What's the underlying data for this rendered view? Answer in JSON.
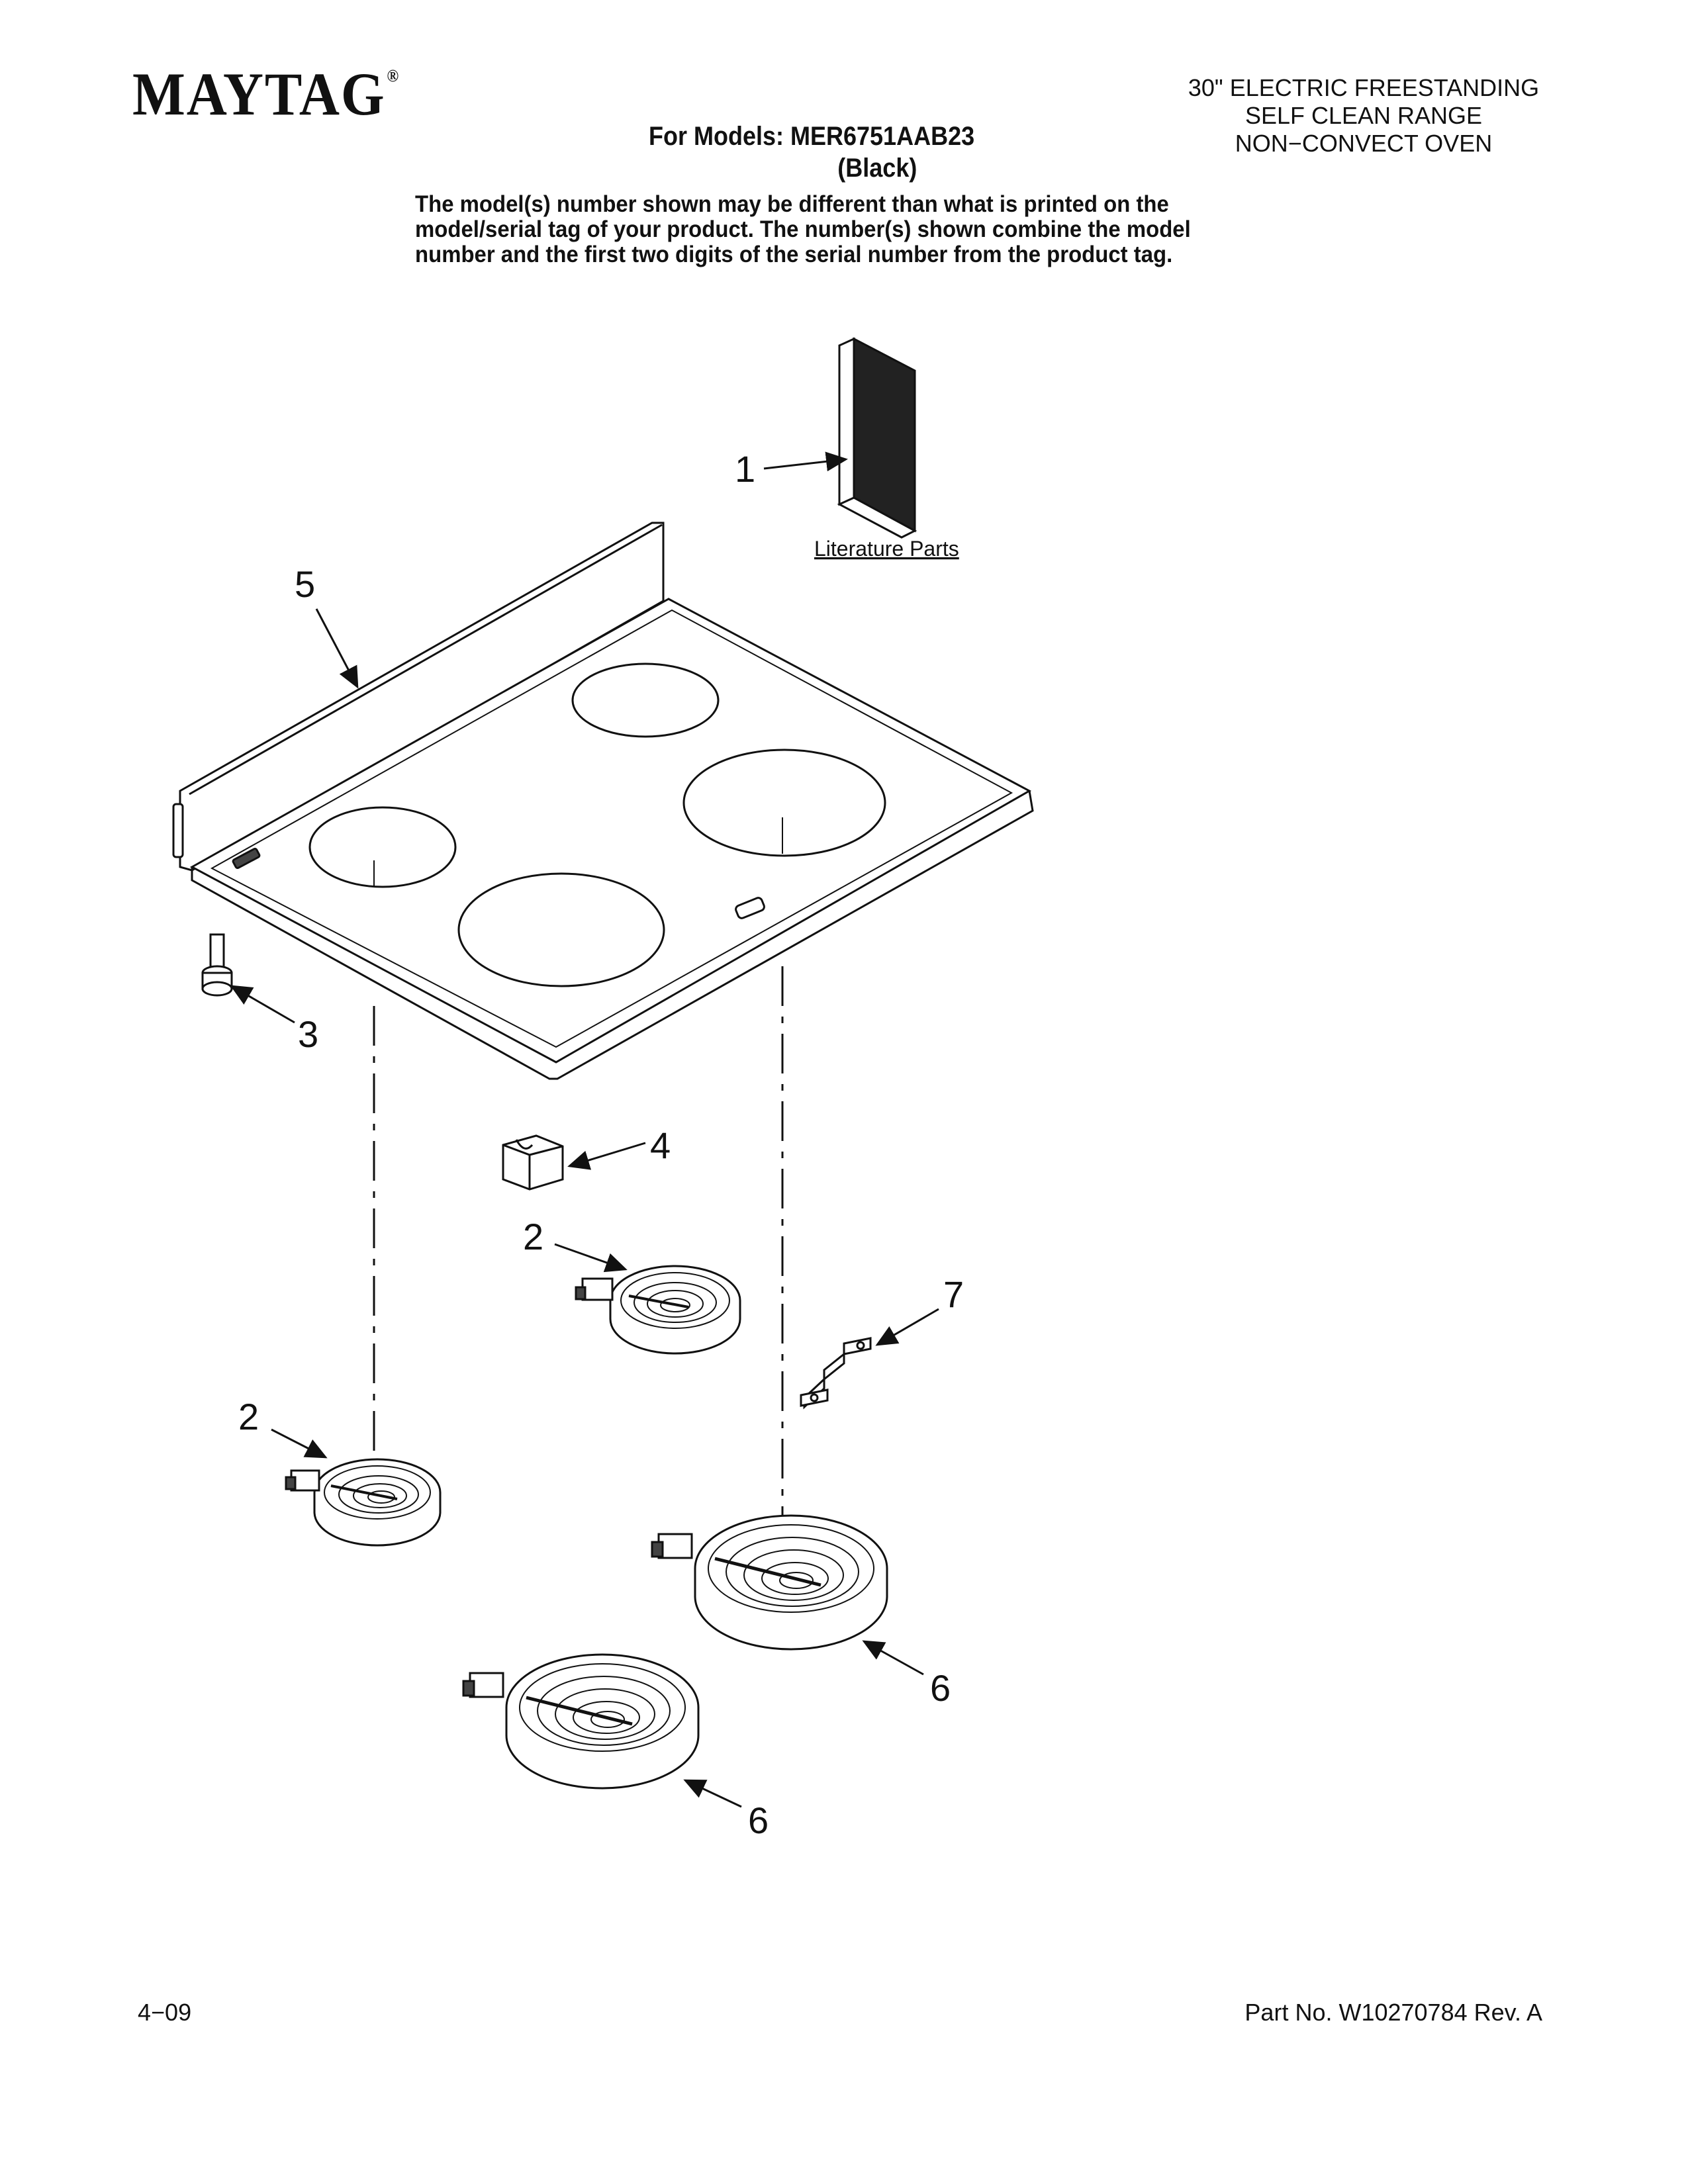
{
  "header": {
    "brand": "MAYTAG",
    "brand_mark": "®",
    "product_lines": [
      "30\" ELECTRIC FREESTANDING",
      "SELF CLEAN RANGE",
      "NON−CONVECT OVEN"
    ],
    "models_label": "For Models: MER6751AAB23",
    "color": "(Black)",
    "disclaimer": "The model(s) number shown may be different than what is printed on the model/serial tag of your product. The number(s) shown combine the model number and the first two digits of the serial number from the product tag."
  },
  "diagram": {
    "literature_label": "Literature Parts",
    "callouts": [
      "1",
      "2",
      "2",
      "3",
      "4",
      "5",
      "6",
      "6",
      "7"
    ]
  },
  "footer": {
    "date": "4−09",
    "part_no": "Part No. W10270784 Rev. A"
  }
}
